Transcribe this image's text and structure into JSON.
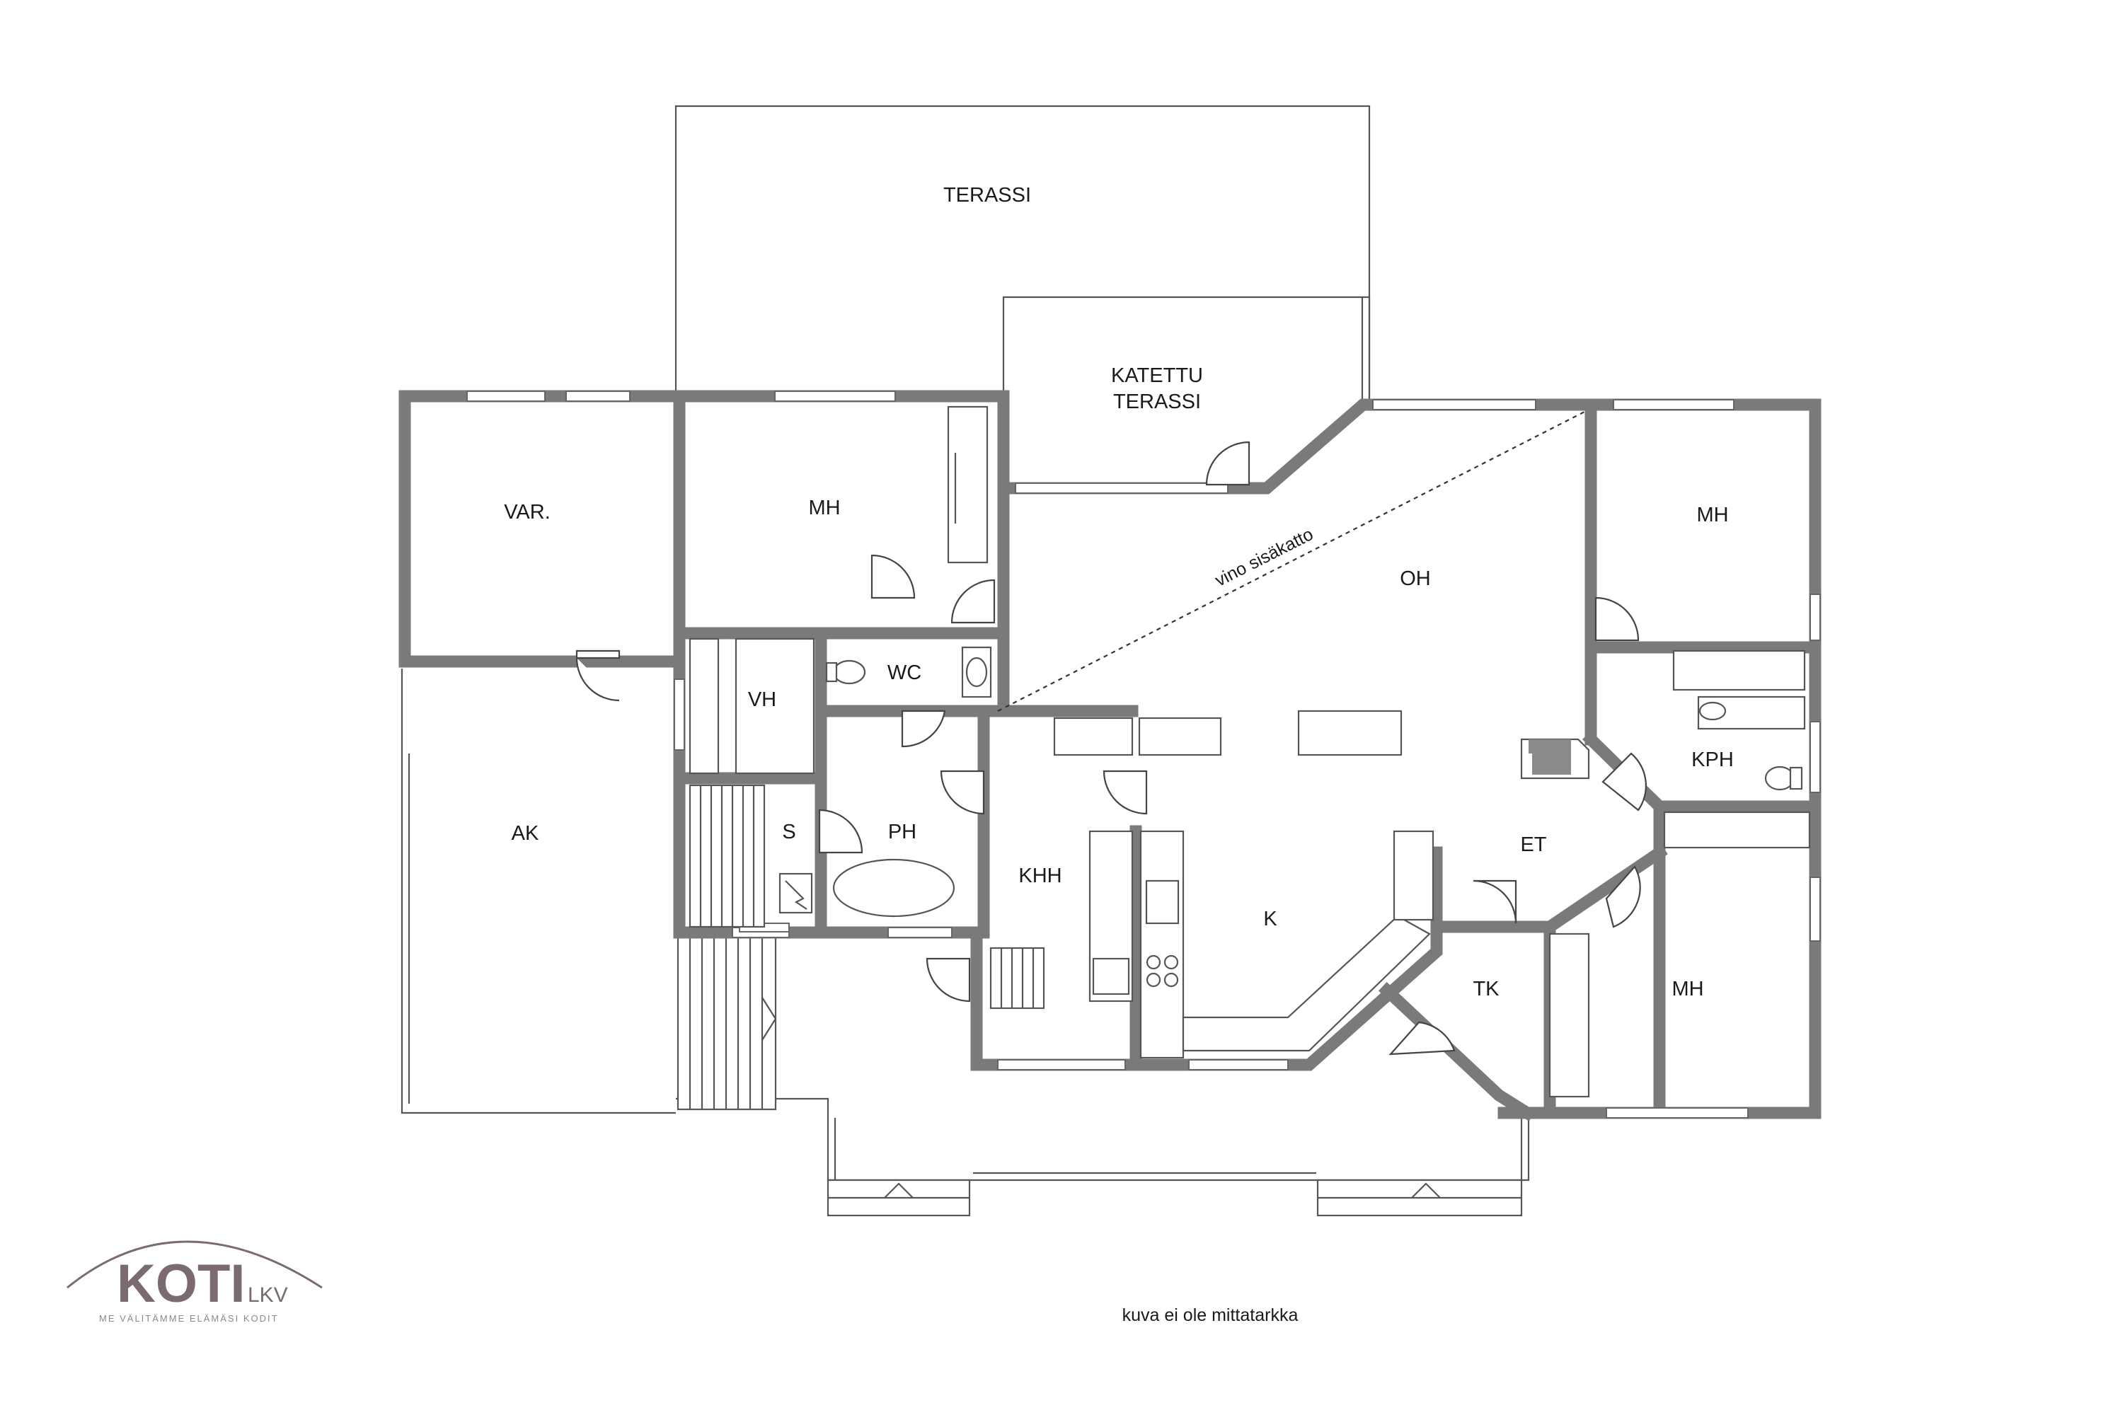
{
  "rooms": {
    "terassi": "TERASSI",
    "katettu_line1": "KATETTU",
    "katettu_line2": "TERASSI",
    "var": "VAR.",
    "mh_top": "MH",
    "mh_right_top": "MH",
    "mh_right_bottom": "MH",
    "oh": "OH",
    "wc": "WC",
    "vh": "VH",
    "ph": "PH",
    "s": "S",
    "ak": "AK",
    "khh": "KHH",
    "k": "K",
    "et": "ET",
    "tk": "TK",
    "kph": "KPH"
  },
  "annotations": {
    "sloped_ceiling": "vino sisäkatto",
    "disclaimer": "kuva ei ole mittatarkka"
  },
  "logo": {
    "main": "KOTI",
    "suffix": "LKV",
    "tagline": "ME VÄLITÄMME ELÄMÄSI KODIT"
  },
  "colors": {
    "wall": "#7a7a7a",
    "logo": "#7b6b6f"
  }
}
